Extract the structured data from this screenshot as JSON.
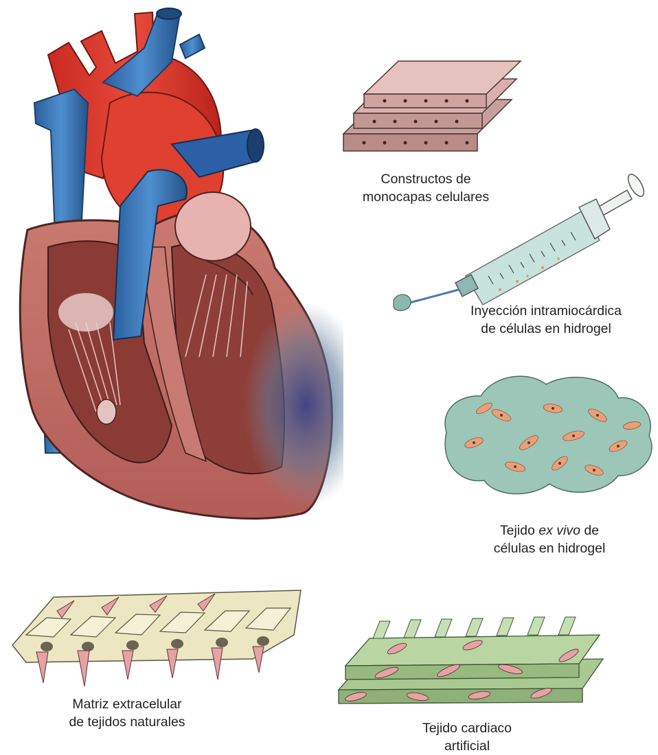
{
  "labels": {
    "monolayer": {
      "line1": "Constructos de",
      "line2": "monocapas celulares"
    },
    "injection": {
      "line1": "Inyección intramiocárdica",
      "line2": "de células en hidrogel"
    },
    "exvivo": {
      "line1_pre": "Tejido ",
      "line1_em": "ex vivo",
      "line1_post": " de",
      "line2": "células en hidrogel"
    },
    "ecm": {
      "line1": "Matriz extracelular",
      "line2": "de tejidos naturales"
    },
    "artificial": {
      "line1": "Tejido cardiaco",
      "line2": "artificial"
    }
  },
  "icons": [
    "heart-illustration",
    "cell-monolayer-stack-icon",
    "syringe-icon",
    "hydrogel-tissue-icon",
    "extracellular-matrix-icon",
    "artificial-tissue-icon"
  ],
  "colors": {
    "artery_red": "#d9342b",
    "vein_blue": "#2f6fb0",
    "myocardium": "#b8605a",
    "monolayer_pink": "#d9b0ad",
    "hydrogel_green": "#9cc7b8",
    "cell_orange": "#e9a078",
    "matrix_cream": "#ece6c2",
    "scaffold_green": "#9bbf83",
    "cell_pink": "#e6a3a4"
  }
}
